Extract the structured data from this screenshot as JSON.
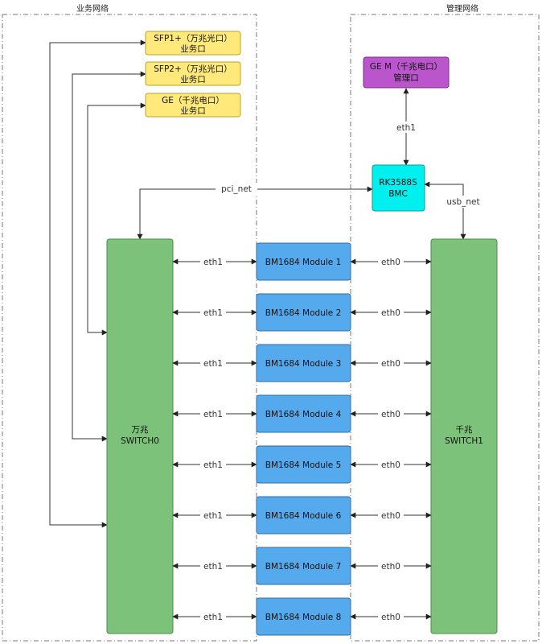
{
  "regions": {
    "business": "业务网络",
    "management": "管理网络"
  },
  "ports": [
    {
      "line1": "SFP1+（万兆光口）",
      "line2": "业务口"
    },
    {
      "line1": "SFP2+（万兆光口）",
      "line2": "业务口"
    },
    {
      "line1": "GE（千兆电口）",
      "line2": "业务口"
    }
  ],
  "ge_mgmt": {
    "line1": "GE M（千兆电口）",
    "line2": "管理口"
  },
  "bmc": {
    "line1": "RK3588S",
    "line2": "BMC"
  },
  "switch0": {
    "line1": "万兆",
    "line2": "SWITCH0"
  },
  "switch1": {
    "line1": "千兆",
    "line2": "SWITCH1"
  },
  "links": {
    "pci_net": "pci_net",
    "usb_net": "usb_net",
    "bmc_eth": "eth1",
    "module_left": "eth1",
    "module_right": "eth0"
  },
  "modules": [
    "BM1684 Module 1",
    "BM1684 Module 2",
    "BM1684 Module 3",
    "BM1684 Module 4",
    "BM1684 Module 5",
    "BM1684 Module 6",
    "BM1684 Module 7",
    "BM1684 Module 8"
  ],
  "colors": {
    "port_fill": "#FFE97A",
    "port_stroke": "#B8A230",
    "mgmt_fill": "#BB55CC",
    "bmc_fill": "#00F0F0",
    "switch_fill": "#7DC27A",
    "module_fill": "#55AAEE"
  }
}
